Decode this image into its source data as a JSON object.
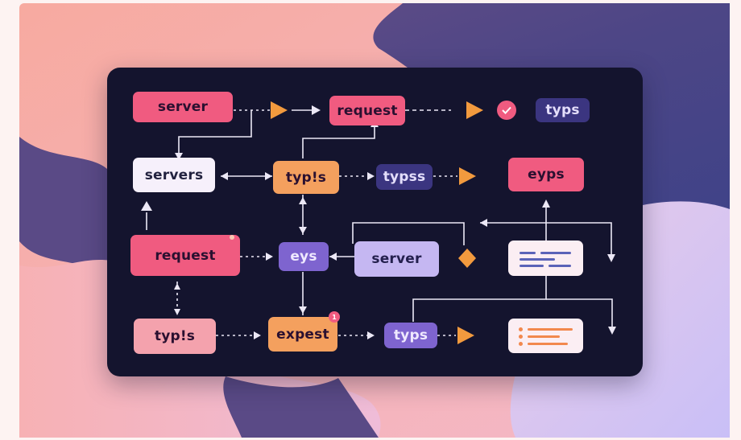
{
  "diagram": {
    "nodes": {
      "server_top": "server",
      "request_top": "request",
      "typs_top": "typs",
      "servers": "servers",
      "typis_center": "typ!s",
      "typss": "typss",
      "eyps": "eyps",
      "request_mid": "request",
      "eys": "eys",
      "server_mid": "server",
      "typis_bottom": "typ!s",
      "expest": "expest",
      "typs_bottom": "typs"
    },
    "badges": {
      "expest_count": "1"
    },
    "colors": {
      "panel": "#14142e",
      "pink": "#f05b80",
      "orange": "#f4a05e",
      "purple": "#7e64cf",
      "navy": "#3b3580",
      "lavender": "#c5b7f2",
      "wire": "#ece8f6",
      "arrowhead": "#f29a3e"
    },
    "icons": [
      "check-icon",
      "diamond-icon",
      "text-lines-card-icon",
      "list-card-icon"
    ]
  }
}
